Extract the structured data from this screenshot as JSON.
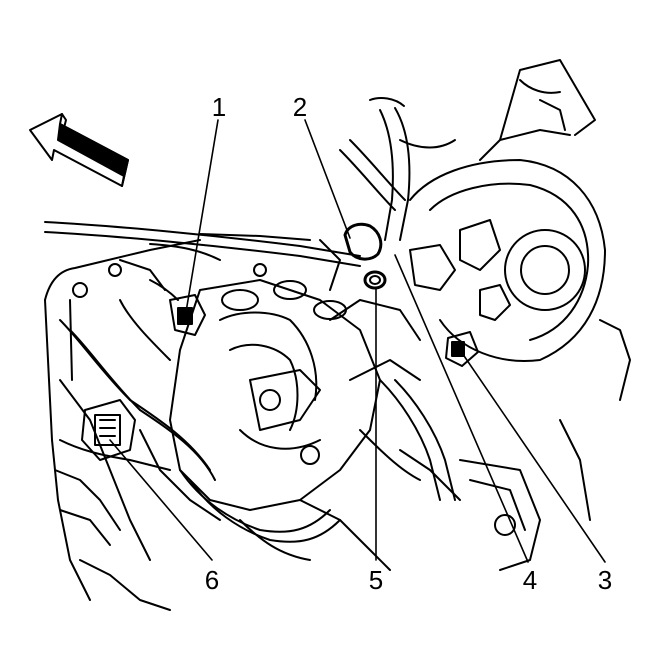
{
  "figure": {
    "callouts": [
      {
        "id": "1",
        "label": "1"
      },
      {
        "id": "2",
        "label": "2"
      },
      {
        "id": "3",
        "label": "3"
      },
      {
        "id": "4",
        "label": "4"
      },
      {
        "id": "5",
        "label": "5"
      },
      {
        "id": "6",
        "label": "6"
      }
    ],
    "direction_arrow_icon": "front-direction-arrow-icon",
    "colors": {
      "ink": "#000000",
      "paper": "#ffffff"
    }
  }
}
